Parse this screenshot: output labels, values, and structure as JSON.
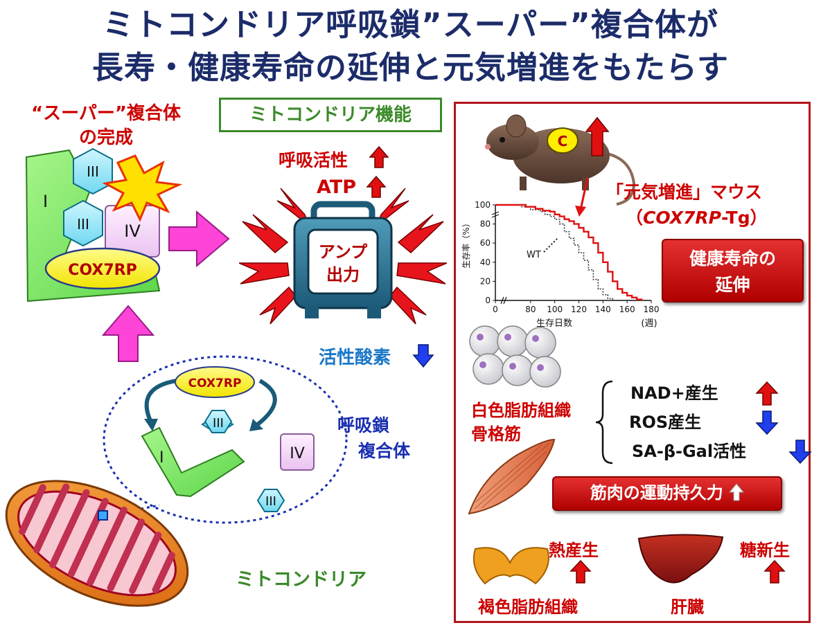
{
  "title": {
    "line1": "ミトコンドリア呼吸鎖”スーパー”複合体が",
    "line2": "長寿・健康寿命の延伸と元気増進をもたらす"
  },
  "left": {
    "super_label_1": "“スーパー”複合体",
    "super_label_2": "の完成",
    "complex": {
      "I": "I",
      "III_a": "III",
      "III_b": "III",
      "IV": "IV",
      "cox7rp": "COX7RP"
    },
    "mito_function_box": "ミトコンドリア機能",
    "resp_activity": "呼吸活性",
    "atp": "ATP",
    "amp_output_1": "アンプ",
    "amp_output_2": "出力",
    "ros": "活性酸素",
    "chain": {
      "cox7rp": "COX7RP",
      "III_top": "III",
      "I": "I",
      "IV": "IV",
      "III_bottom": "III"
    },
    "resp_chain_1": "呼吸鎖",
    "resp_chain_2": "複合体",
    "mitochondria": "ミトコンドリア"
  },
  "right": {
    "mouse_badge": "C",
    "mouse_label_1": "「元気増進」マウス",
    "mouse_label_2_open": "（",
    "mouse_label_2_gene": "COX7RP",
    "mouse_label_2_rest": "-Tg）",
    "healthspan_1": "健康寿命の",
    "healthspan_2": "延伸",
    "tissue_1": "白色脂肪組織",
    "tissue_2": "骨格筋",
    "effects": [
      {
        "text": "NAD+産生",
        "direction": "up"
      },
      {
        "text": "ROS産生",
        "direction": "down"
      },
      {
        "text": "SA-β-Gal活性",
        "direction": "down"
      }
    ],
    "muscle_endurance": "筋肉の運動持久力",
    "thermogenesis": "熱産生",
    "brown_fat": "褐色脂肪組織",
    "gluconeogenesis": "糖新生",
    "liver": "肝臓"
  },
  "chart_data": {
    "type": "line",
    "xlabel": "生存日数",
    "xunit": "(週)",
    "ylabel": "生存率（%）",
    "xlim": [
      0,
      180
    ],
    "ylim": [
      0,
      100
    ],
    "x_ticks": [
      "0",
      "80",
      "100",
      "120",
      "140",
      "160",
      "180"
    ],
    "y_ticks": [
      "0",
      "20",
      "40",
      "60",
      "80",
      "100"
    ],
    "annotation": "WT",
    "series": [
      {
        "name": "WT",
        "color": "#333333",
        "x": [
          0,
          60,
          72,
          80,
          88,
          92,
          96,
          100,
          104,
          108,
          112,
          116,
          120,
          124,
          128,
          132,
          136,
          140,
          144,
          148
        ],
        "y": [
          100,
          100,
          98,
          95,
          93,
          90,
          88,
          85,
          80,
          72,
          65,
          58,
          50,
          42,
          32,
          22,
          12,
          6,
          2,
          0
        ]
      },
      {
        "name": "COX7RP-Tg",
        "color": "#e01010",
        "x": [
          0,
          64,
          76,
          84,
          90,
          96,
          100,
          104,
          108,
          112,
          116,
          120,
          124,
          128,
          132,
          136,
          140,
          144,
          148,
          152,
          156,
          160,
          164,
          168,
          172
        ],
        "y": [
          100,
          100,
          98,
          96,
          94,
          93,
          90,
          88,
          85,
          83,
          80,
          76,
          72,
          66,
          60,
          50,
          40,
          30,
          20,
          12,
          8,
          5,
          3,
          1,
          0
        ]
      }
    ],
    "colors": {
      "accent_red": "#cc0000",
      "title_navy": "#1c2c6a",
      "green": "#3a8a28",
      "blue": "#1a2fb0"
    }
  }
}
